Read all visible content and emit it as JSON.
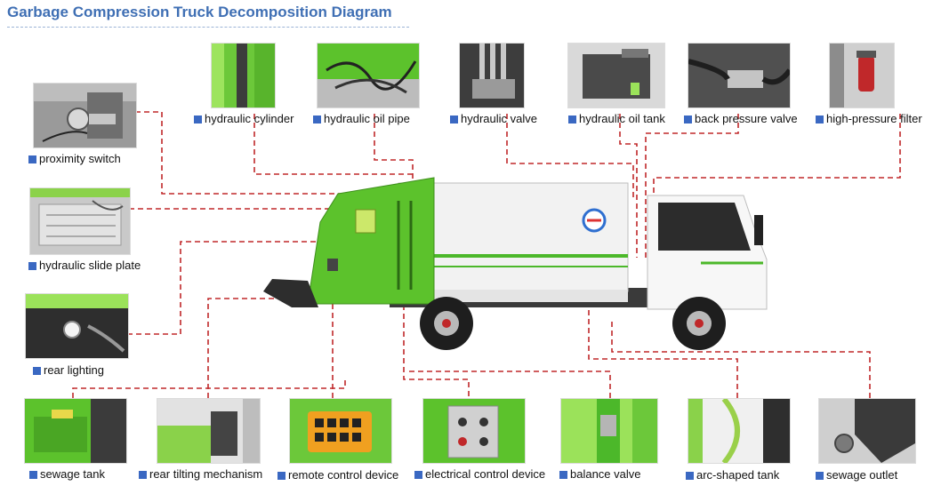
{
  "title": "Garbage Compression Truck Decomposition Diagram",
  "colors": {
    "accent": "#3a68c2",
    "leader": "#c0282a",
    "title": "#3f6fb4",
    "truck_green": "#5cc22c"
  },
  "components": {
    "proximity_switch": "proximity switch",
    "hydraulic_slide_plate": "hydraulic slide plate",
    "rear_lighting": "rear lighting",
    "hydraulic_cylinder": "hydraulic cylinder",
    "hydraulic_oil_pipe": "hydraulic oil pipe",
    "hydraulic_valve": "hydraulic valve",
    "hydraulic_oil_tank": "hydraulic oil tank",
    "back_pressure_valve": "back pressure valve",
    "high_pressure_filter": "high-pressure filter",
    "sewage_tank": "sewage tank",
    "rear_tilting_mechanism": "rear tilting mechanism",
    "remote_control_device": "remote control device",
    "electrical_control_device": "electrical control device",
    "balance_valve": "balance valve",
    "arc_shaped_tank": "arc-shaped tank",
    "sewage_outlet": "sewage outlet"
  }
}
